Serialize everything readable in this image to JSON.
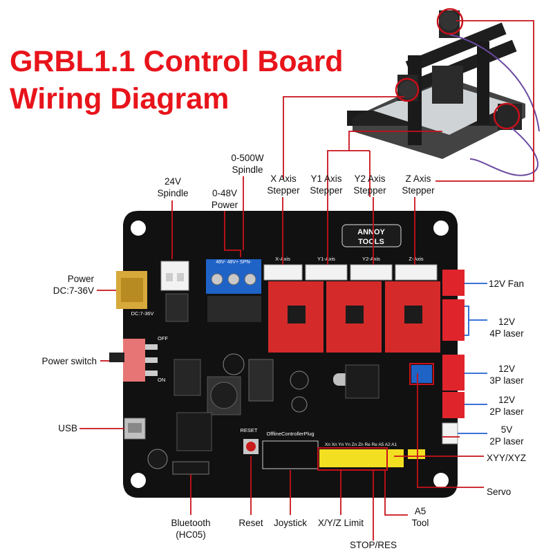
{
  "title": {
    "line1": "GRBL1.1 Control Board",
    "line2": "Wiring Diagram"
  },
  "colors": {
    "title": "#e8141b",
    "wire": "#c8101a",
    "leader_blue": "#1f5fd0",
    "board": "#111111",
    "driver_red": "#d52a2a",
    "terminal_blue": "#1f63c7",
    "header_yellow": "#f3df21",
    "connector_white": "#f2f2f2",
    "connector_red": "#e0242c"
  },
  "labels": {
    "spindle_24v": [
      "24V",
      "Spindle"
    ],
    "spindle_500w": [
      "0-500W",
      "Spindle"
    ],
    "power_48v": [
      "0-48V",
      "Power"
    ],
    "x_axis": [
      "X Axis",
      "Stepper"
    ],
    "y1_axis": [
      "Y1  Axis",
      "Stepper"
    ],
    "y2_axis": [
      "Y2 Axis",
      "Stepper"
    ],
    "z_axis": [
      "Z Axis",
      "Stepper"
    ],
    "power_dc": [
      "Power",
      "DC:7-36V"
    ],
    "power_switch": "Power switch",
    "usb": "USB",
    "fan_12v": "12V Fan",
    "laser_12v_4p": [
      "12V",
      "4P laser"
    ],
    "laser_12v_3p": [
      "12V",
      "3P laser"
    ],
    "laser_12v_2p": [
      "12V",
      "2P laser"
    ],
    "laser_5v_2p": [
      "5V",
      "2P laser"
    ],
    "xyy_xyz": "XYY/XYZ",
    "servo": "Servo",
    "bluetooth": [
      "Bluetooth",
      "(HC05)"
    ],
    "reset": "Reset",
    "joystick": "Joystick",
    "limit": "X/Y/Z Limit",
    "a5_tool": [
      "A5",
      "Tool"
    ],
    "stop_res": "STOP/RES"
  },
  "board_text": {
    "brand_line1": "ANNOY",
    "brand_line2": "TOOLS",
    "x_port": "X-Axis",
    "y1_port": "Y1-Axis",
    "y2_port": "Y2-Axis",
    "z_port": "Z-Axis",
    "terminal": "48V- 48V+ SPN-",
    "dc_jack": "DC:7-36V",
    "off": "OFF",
    "on": "ON",
    "reset_silk": "RESET",
    "offline_plug": "OfflineControllerPlug",
    "limit_silk": "Xn Xn Yn Yn Zn Zn Re Re A5 A2 A1"
  }
}
